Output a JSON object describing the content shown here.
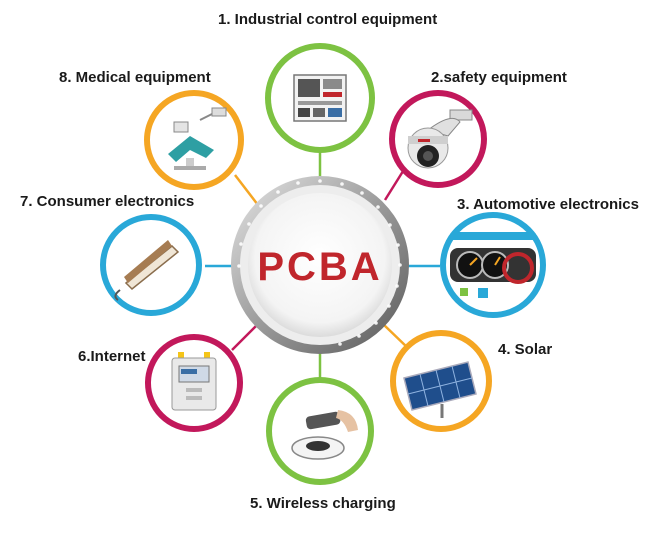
{
  "center": {
    "label": "PCBA",
    "color": "#c0262c"
  },
  "applications": [
    {
      "label": "1. Industrial control equipment",
      "ring_color": "#7dc242",
      "icon": "industrial-cabinet-icon"
    },
    {
      "label": "2.safety equipment",
      "ring_color": "#c2185b",
      "icon": "security-camera-icon"
    },
    {
      "label": "3. Automotive electronics",
      "ring_color": "#29a8d8",
      "icon": "car-dashboard-icon"
    },
    {
      "label": "4. Solar",
      "ring_color": "#f5a623",
      "icon": "solar-panel-icon"
    },
    {
      "label": "5. Wireless charging",
      "ring_color": "#7dc242",
      "icon": "wireless-charger-icon"
    },
    {
      "label": "6.Internet",
      "ring_color": "#c2185b",
      "icon": "smart-meter-icon"
    },
    {
      "label": "7. Consumer electronics",
      "ring_color": "#29a8d8",
      "icon": "hair-straightener-icon"
    },
    {
      "label": "8. Medical equipment",
      "ring_color": "#f5a623",
      "icon": "dental-chair-icon"
    }
  ]
}
